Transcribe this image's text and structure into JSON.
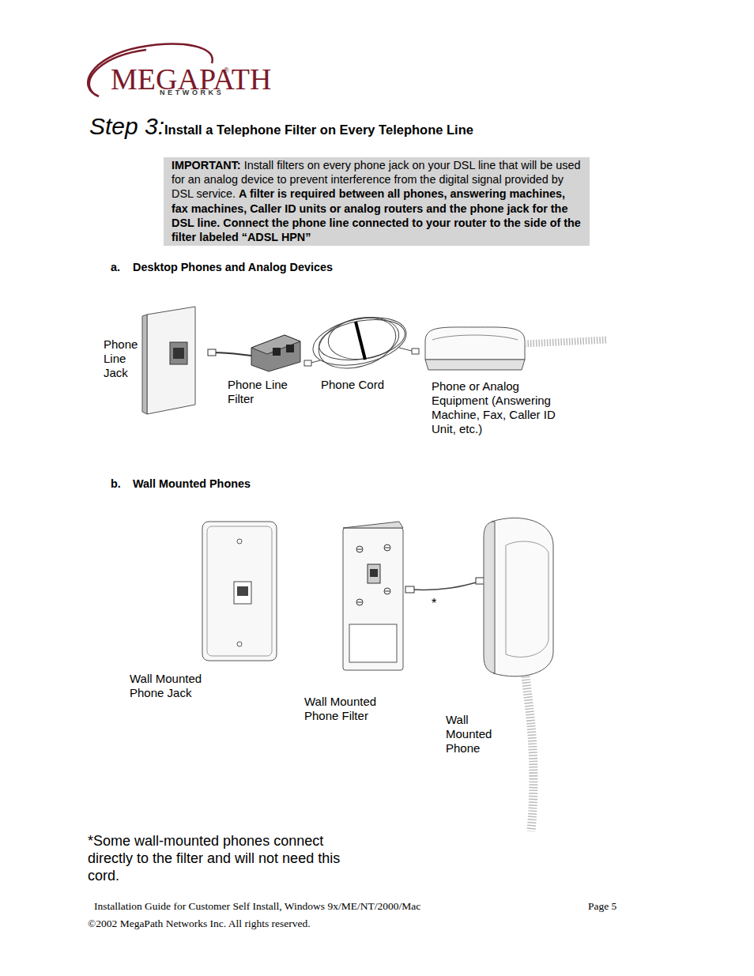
{
  "diagram": {
    "title": "Step 3:",
    "nodes": [
      {
        "text": [
          "IMPORTANT:",
          "Install filters on every phone jack on your DSL line that will be used for an analog device to prevent interference from the digital signal provided by DSL service.",
          "A filter is required between all phones, answering machines, fax machines, Caller ID units or analog routers and the phone jack for the DSL line. Connect the phone line connected to your router to the side of the filter labeled “ADSL HPN”"
        ]
      }
    ],
    "labels": [
      "MEGAPATH",
      "®",
      "NETWORKS",
      "Install a Telephone Filter on Every Telephone Line",
      "a.",
      "Desktop Phones and Analog Devices",
      "Phone Line Jack",
      "Phone Line Filter",
      "Phone Cord",
      "Phone or Analog Equipment (Answering Machine, Fax, Caller ID Unit, etc.)",
      "b.",
      "Wall Mounted Phones",
      "Wall Mounted Phone Jack",
      "Wall Mounted Phone Filter",
      "Wall Mounted Phone",
      "*",
      "*Some wall-mounted phones connect directly to the filter and will not need this cord.",
      "Installation Guide for Customer Self Install, Windows 9x/ME/NT/2000/Mac",
      "Page 5",
      "©2002 MegaPath Networks Inc. All rights reserved."
    ]
  }
}
